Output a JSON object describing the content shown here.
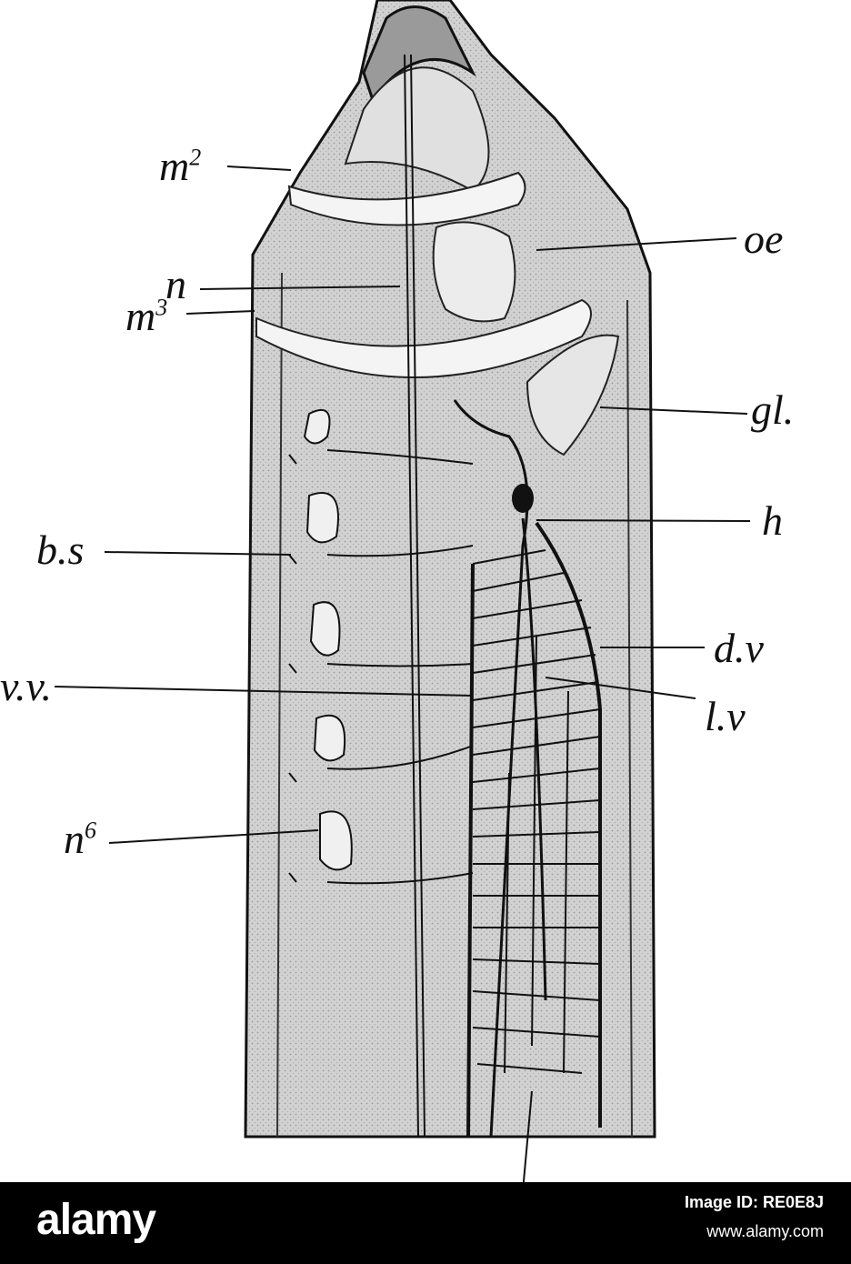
{
  "figure": {
    "labels": {
      "m2": {
        "base": "m",
        "sup": "2"
      },
      "n": "n",
      "m3": {
        "base": "m",
        "sup": "3"
      },
      "oe": "oe",
      "gl": "gl.",
      "h": "h",
      "bs": "b.s",
      "dv": "d.v",
      "vv": "v.v.",
      "lv": "l.v",
      "n6": {
        "base": "n",
        "sup": "6"
      }
    }
  },
  "footer": {
    "logo": "alamy",
    "image_id": "Image ID: RE0E8J",
    "url": "www.alamy.com"
  },
  "colors": {
    "body_fill": "#cfcfcf",
    "outline": "#111111",
    "banner": "#000000"
  }
}
